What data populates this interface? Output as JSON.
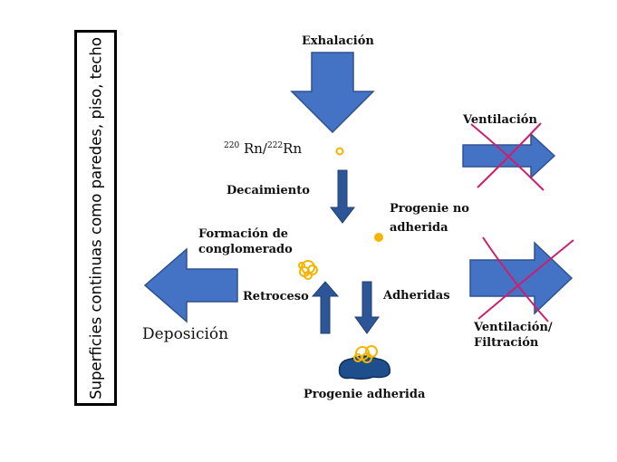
{
  "side_label": "Superficies continuas como paredes, piso, techo",
  "labels": {
    "exhalacion": "Exhalación",
    "radon_sup1": "220",
    "radon_mid": " Rn/",
    "radon_sup2": "222",
    "radon_end": "Rn",
    "decaimiento": "Decaimiento",
    "progenie_no_1": "Progenie no",
    "progenie_no_2": "adherida",
    "formacion_1": "Formación de",
    "formacion_2": "conglomerado",
    "retroceso": "Retroceso",
    "adheridas": "Adheridas",
    "deposicion": "Deposición",
    "progenie_adherida": "Progenie adherida",
    "ventilacion": "Ventilación",
    "ventilacion2_1": "Ventilación/",
    "ventilacion2_2": "Filtración"
  },
  "colors": {
    "arrow_fill": "#4472c4",
    "arrow_stroke": "#2f528f",
    "dark_arrow": "#2e5597",
    "cross": "#cc1f6e",
    "particle": "#f5b400",
    "surface": "#1f4e8c"
  }
}
